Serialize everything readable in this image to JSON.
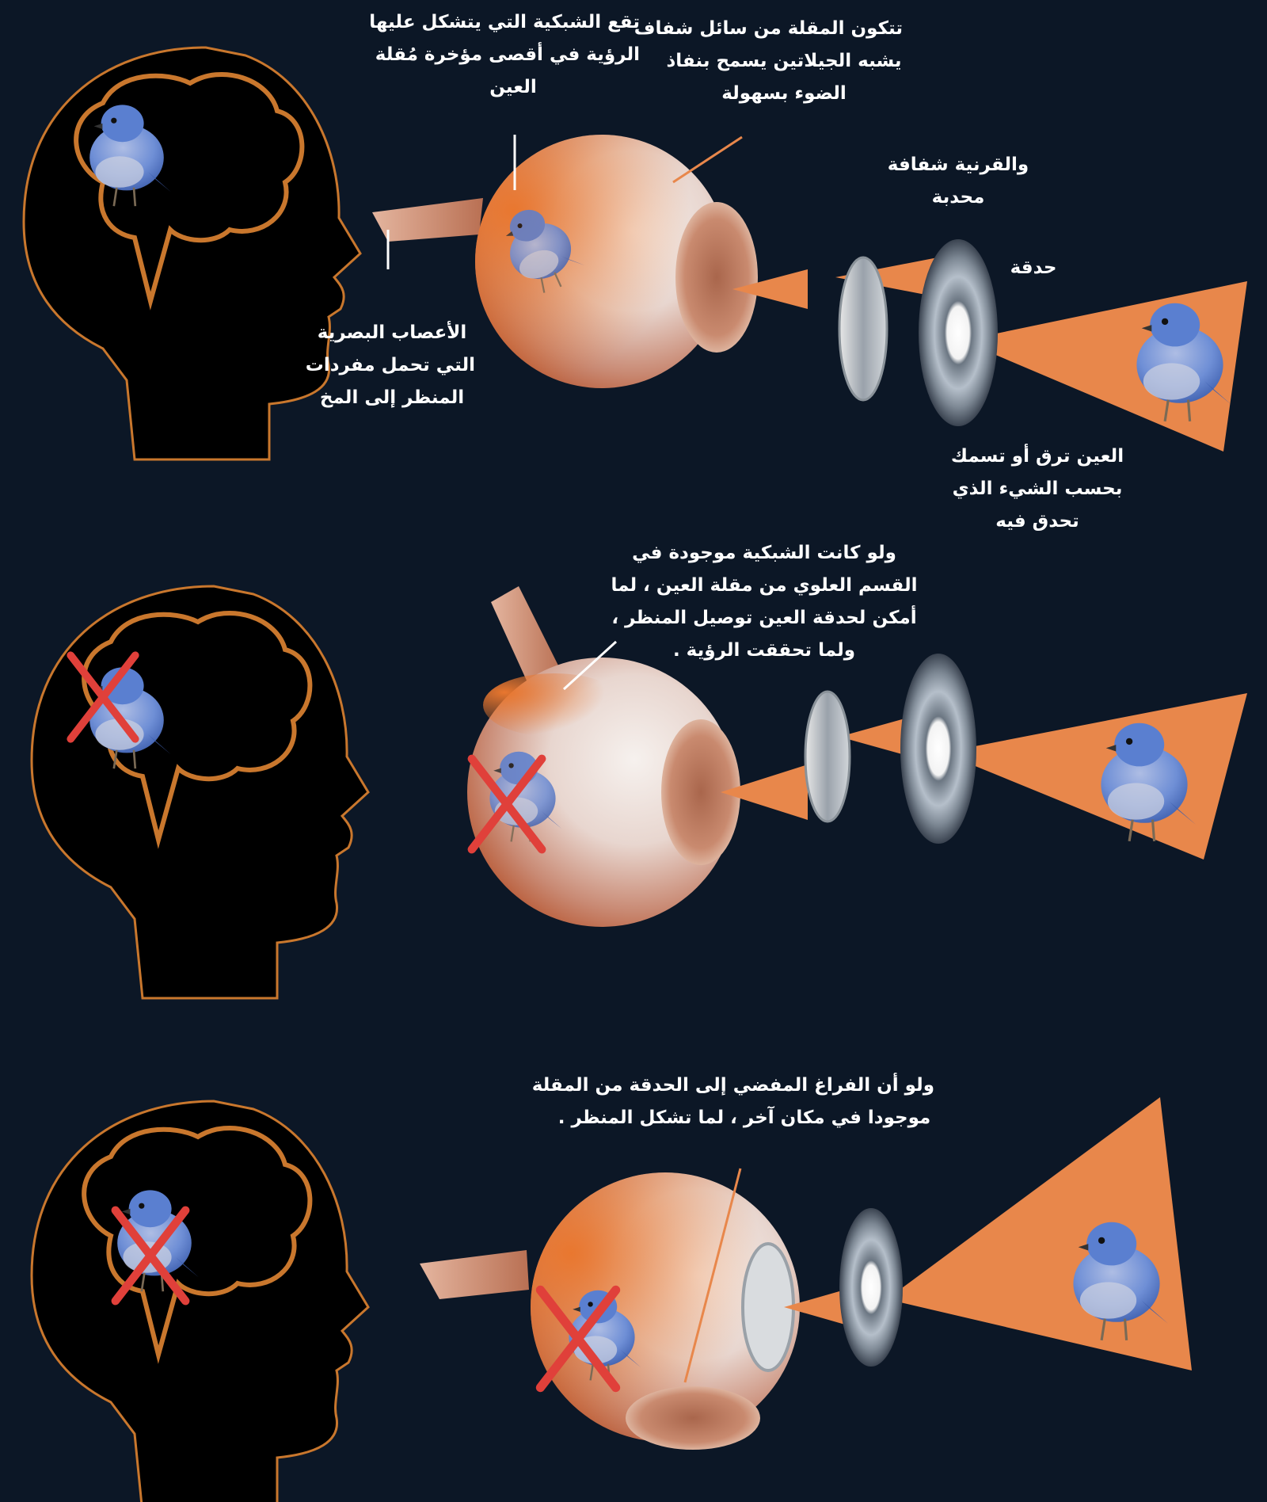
{
  "colors": {
    "background": "#0c1726",
    "head_outline": "#c9772d",
    "light_cone": "#e8874b",
    "cross": "#e0403a",
    "bird": "#6f8fd6"
  },
  "icons": [
    "head-silhouette-icon",
    "brain-icon",
    "bird-icon",
    "eyeball-icon",
    "lens-icon",
    "iris-icon",
    "cross-mark-icon"
  ],
  "panel1": {
    "retina_label": [
      "تقع الشبكية التي يتشكل عليها",
      "الرؤية في أقصى مؤخرة مُقلة",
      "العين"
    ],
    "eyeball_label": [
      "تتكون المقلة من سائل شفاف",
      "يشبه الجيلاتين يسمح بنفاذ",
      "الضوء بسهولة"
    ],
    "cornea_label": [
      "والقرنية شفافة",
      "محدبة"
    ],
    "pupil_label": "حدقة",
    "nerves_label": [
      "الأعصاب البصرية",
      "التي تحمل مفردات",
      "المنظر إلى المخ"
    ],
    "iris_label": [
      "العين ترق أو تسمك",
      "بحسب الشيء الذي",
      "تحدق فيه"
    ]
  },
  "panel2": {
    "retina_top_label": [
      "ولو كانت الشبكية موجودة في",
      "القسم العلوي من مقلة العين ، لما",
      "أمكن لحدقة العين توصيل المنظر ،",
      "ولما تحققت الرؤية ."
    ]
  },
  "panel3": {
    "opening_label": [
      "ولو أن الفراغ المفضي إلى الحدقة من المقلة",
      "موجودا في مكان آخر ، لما تشكل المنظر ."
    ]
  }
}
